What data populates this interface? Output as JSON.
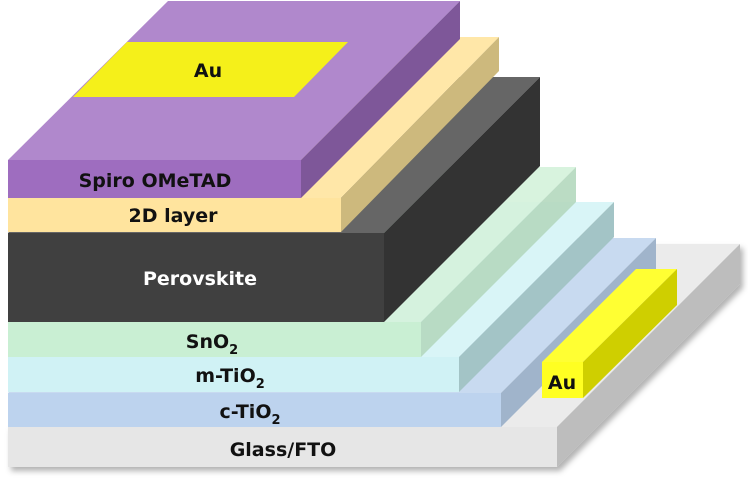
{
  "title": "Device layer stack",
  "layers": {
    "glass": {
      "label": "Glass/FTO",
      "color": "#E6E6E6"
    },
    "c_tio2": {
      "label": "c-TiO",
      "sub": "2",
      "color": "#BDD3EE"
    },
    "m_tio2": {
      "label": "m-TiO",
      "sub": "2",
      "color": "#D0F2F5"
    },
    "sno2": {
      "label": "SnO",
      "sub": "2",
      "color": "#C9EFD3"
    },
    "perovskite": {
      "label": "Perovskite",
      "color": "#404040"
    },
    "layer_2d": {
      "label": "2D layer",
      "color": "#FFE49E"
    },
    "spiro": {
      "label": "Spiro OMeTAD",
      "color": "#9E6DBF"
    },
    "au_top": {
      "label": "Au",
      "color": "#F5F01A"
    },
    "au_bottom": {
      "label": "Au",
      "color": "#FFFF22"
    }
  }
}
